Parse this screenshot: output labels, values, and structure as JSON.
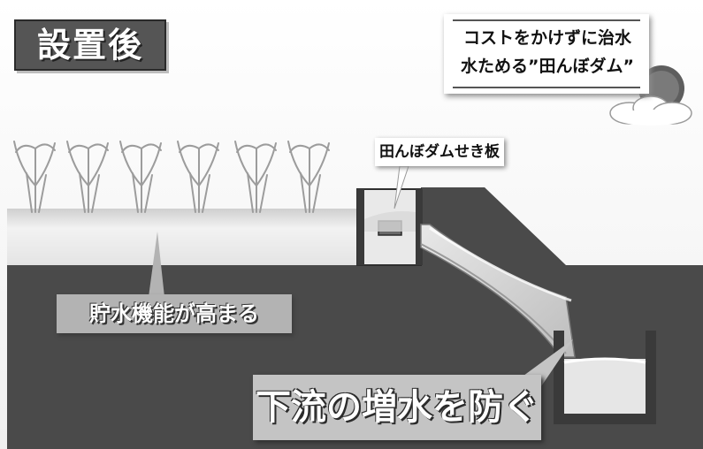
{
  "title": "設置後",
  "note": {
    "line1": "コストをかけずに治水",
    "line2": "水ためる”田んぼダム”"
  },
  "labels": {
    "weir": "田んぼダムせき板",
    "storage": "貯水機能が高まる",
    "flood": "下流の増水を防ぐ"
  },
  "icons": {
    "weather": "sun-cloud-icon",
    "plants": "rice-plant-icon"
  },
  "colors": {
    "ground": "#4a4a4a",
    "water": "#e2e2e2",
    "sky": "#f7f7f7",
    "label_dark": "#555555"
  }
}
